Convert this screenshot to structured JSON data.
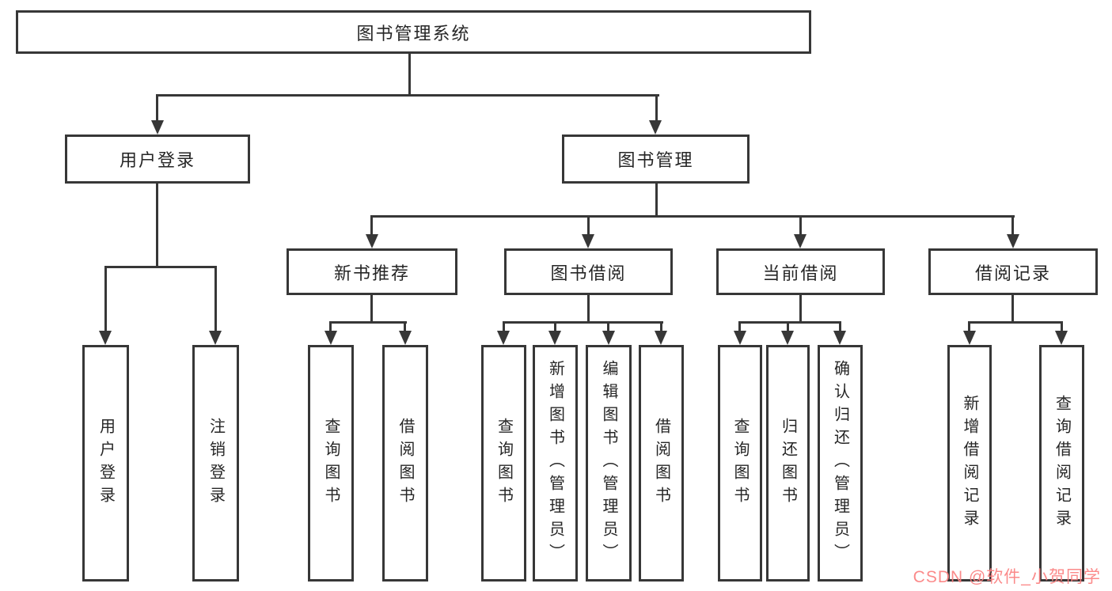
{
  "tree": {
    "label": "图书管理系统",
    "children": [
      {
        "label": "用户登录",
        "children": [
          {
            "label": "用户登录"
          },
          {
            "label": "注销登录"
          }
        ]
      },
      {
        "label": "图书管理",
        "children": [
          {
            "label": "新书推荐",
            "children": [
              {
                "label": "查询图书"
              },
              {
                "label": "借阅图书"
              }
            ]
          },
          {
            "label": "图书借阅",
            "children": [
              {
                "label": "查询图书"
              },
              {
                "label": "新增图书（管理员）"
              },
              {
                "label": "编辑图书（管理员）"
              },
              {
                "label": "借阅图书"
              }
            ]
          },
          {
            "label": "当前借阅",
            "children": [
              {
                "label": "查询图书"
              },
              {
                "label": "归还图书"
              },
              {
                "label": "确认归还（管理员）"
              }
            ]
          },
          {
            "label": "借阅记录",
            "children": [
              {
                "label": "新增借阅记录"
              },
              {
                "label": "查询借阅记录"
              }
            ]
          }
        ]
      }
    ]
  },
  "watermark": {
    "text": "CSDN @软件_小贺同学"
  },
  "colors": {
    "line": "#373737",
    "border": "#373737",
    "text": "#262626",
    "watermark": "#fb8181",
    "background": "#ffffff"
  }
}
